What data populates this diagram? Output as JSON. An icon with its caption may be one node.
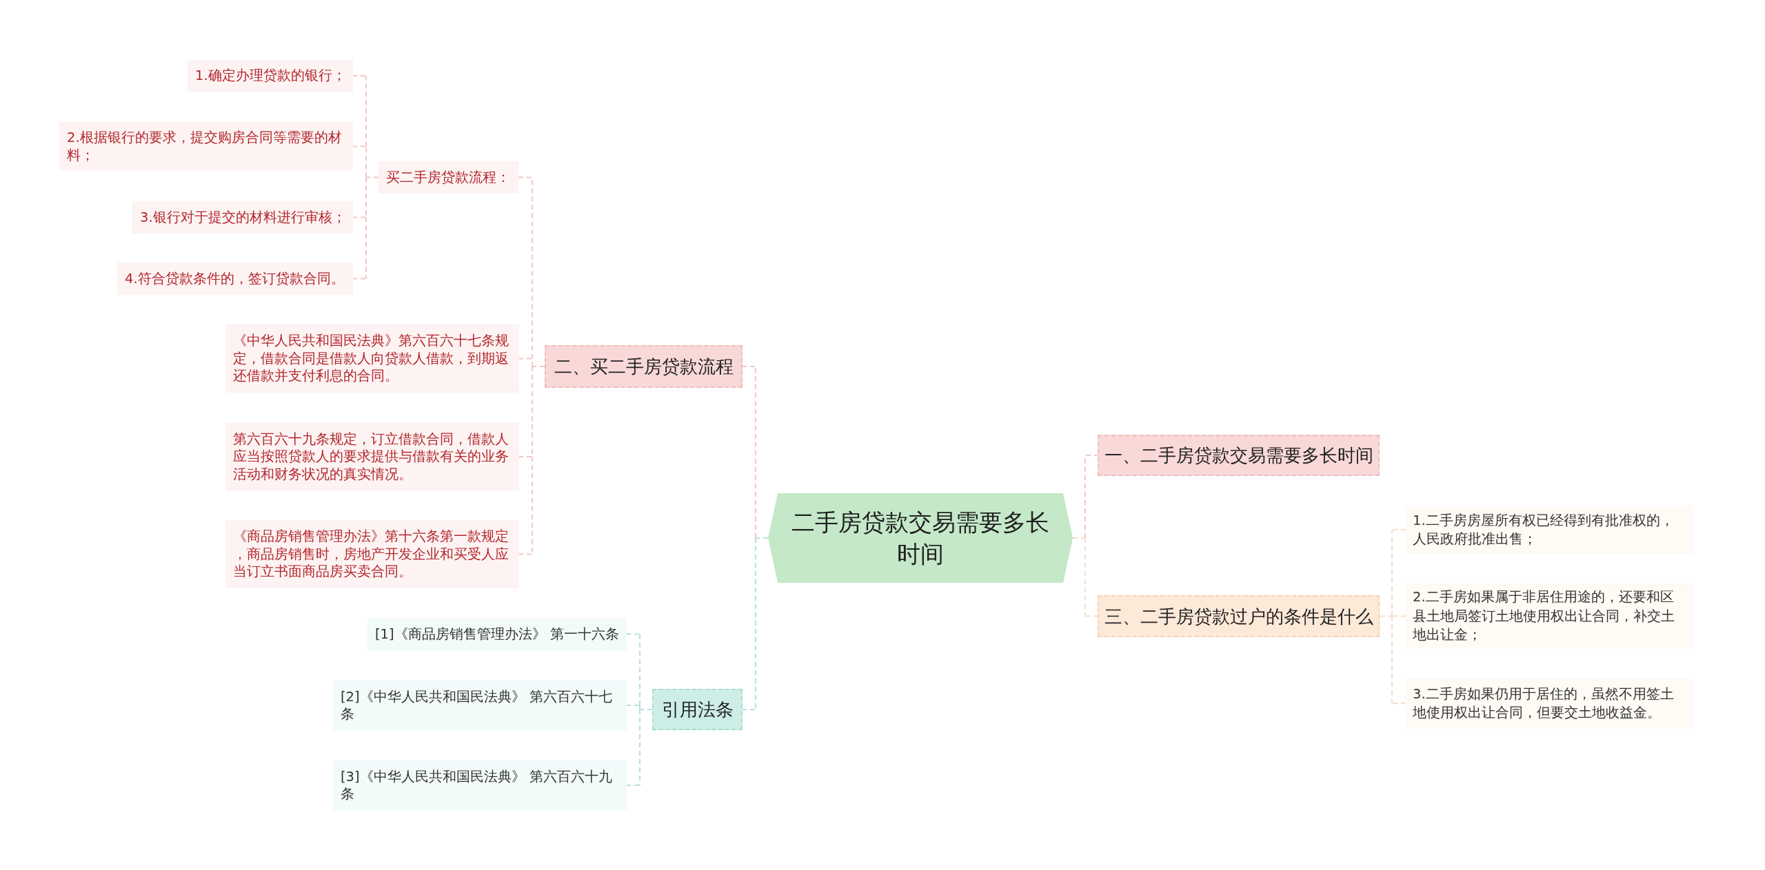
{
  "diagram": {
    "nodes": [
      {
        "text": [
          "二手房贷款交易需要多长时间"
        ]
      },
      {
        "text": [
          "二、买二手房贷款流程"
        ]
      },
      {
        "text": [
          "买二手房贷款流程："
        ]
      },
      {
        "text": [
          "1.确定办理贷款的银行；"
        ]
      },
      {
        "text": [
          "2.根据银行的要求，提交购房合同等需要的材料；"
        ]
      },
      {
        "text": [
          "3.银行对于提交的材料进行审核；"
        ]
      },
      {
        "text": [
          "4.符合贷款条件的，签订贷款合同。"
        ]
      },
      {
        "text": [
          "《中华人民共和国民法典》第六百六十七条规定，借款合同是借款人向贷款人借款，到期返还借款并支付利息的合同。"
        ]
      },
      {
        "text": [
          "第六百六十九条规定，订立借款合同，借款人应当按照贷款人的要求提供与借款有关的业务活动和财务状况的真实情况。"
        ]
      },
      {
        "text": [
          "《商品房销售管理办法》第十六条第一款规定，商品房销售时，房地产开发企业和买受人应当订立书面商品房买卖合同。"
        ]
      },
      {
        "text": [
          "引用法条"
        ]
      },
      {
        "text": [
          "[1]《商品房销售管理办法》 第一十六条"
        ]
      },
      {
        "text": [
          "[2]《中华人民共和国民法典》 第六百六十七条"
        ]
      },
      {
        "text": [
          "[3]《中华人民共和国民法典》 第六百六十九条"
        ]
      },
      {
        "text": [
          "一、二手房贷款交易需要多长时间"
        ]
      },
      {
        "text": [
          "三、二手房贷款过户的条件是什么"
        ]
      },
      {
        "text": [
          "1.二手房房屋所有权已经得到有批准权的，人民政府批准出售；"
        ]
      },
      {
        "text": [
          "2.二手房如果属于非居住用途的，还要和区县土地局签订土地使用权出让合同，补交土地出让金；"
        ]
      },
      {
        "text": [
          "3.二手房如果仍用于居住的，虽然不用签土地使用权出让合同，但要交土地收益金。"
        ]
      }
    ],
    "edges": [
      {
        "from": 0,
        "to": 1,
        "arrow": "none"
      },
      {
        "from": 1,
        "to": 2,
        "arrow": "none"
      },
      {
        "from": 2,
        "to": 3,
        "arrow": "none"
      },
      {
        "from": 2,
        "to": 4,
        "arrow": "none"
      },
      {
        "from": 2,
        "to": 5,
        "arrow": "none"
      },
      {
        "from": 2,
        "to": 6,
        "arrow": "none"
      },
      {
        "from": 1,
        "to": 7,
        "arrow": "none"
      },
      {
        "from": 1,
        "to": 8,
        "arrow": "none"
      },
      {
        "from": 1,
        "to": 9,
        "arrow": "none"
      },
      {
        "from": 0,
        "to": 10,
        "arrow": "none",
        "color": "#b5e0d8"
      },
      {
        "from": 10,
        "to": 11,
        "arrow": "none",
        "color": "#b5e0d8"
      },
      {
        "from": 10,
        "to": 12,
        "arrow": "none",
        "color": "#b5e0d8"
      },
      {
        "from": 10,
        "to": 13,
        "arrow": "none",
        "color": "#b5e0d8"
      },
      {
        "from": 0,
        "to": 14,
        "arrow": "none"
      },
      {
        "from": 0,
        "to": 15,
        "arrow": "none",
        "color": "#f7dcc6"
      },
      {
        "from": 15,
        "to": 16,
        "arrow": "none",
        "color": "#f7dcc6"
      },
      {
        "from": 15,
        "to": 17,
        "arrow": "none",
        "color": "#f7dcc6"
      },
      {
        "from": 15,
        "to": 18,
        "arrow": "none",
        "color": "#f7dcc6"
      }
    ]
  }
}
